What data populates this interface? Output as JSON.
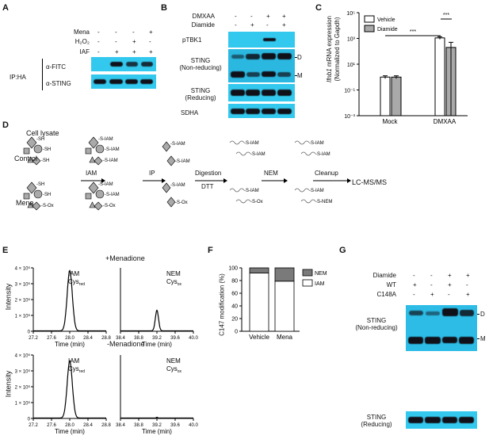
{
  "panels": {
    "A": {
      "label": "A",
      "rows": [
        {
          "label": "Mena",
          "signs": [
            "-",
            "-",
            "-",
            "+"
          ]
        },
        {
          "label": "H₂O₂",
          "signs": [
            "-",
            "-",
            "+",
            "-"
          ]
        },
        {
          "label": "IAF",
          "signs": [
            "-",
            "+",
            "+",
            "+"
          ]
        }
      ],
      "ip_label": "IP:HA",
      "blots": [
        "α-FITC",
        "α-STING"
      ]
    },
    "B": {
      "label": "B",
      "rows": [
        {
          "label": "DMXAA",
          "signs": [
            "-",
            "-",
            "+",
            "+"
          ]
        },
        {
          "label": "Diamide",
          "signs": [
            "-",
            "+",
            "-",
            "+"
          ]
        }
      ],
      "blots": [
        "pTBK1",
        "STING\n(Non-reducing)",
        "STING\n(Reducing)",
        "SDHA"
      ],
      "markers": [
        "D",
        "M"
      ]
    },
    "C": {
      "label": "C",
      "ylabel_gene": "Ifnb1",
      "ylabel_rest": " mRNA expression",
      "ylabel_line2": "(Normalized to Gapdh)",
      "yticks": [
        "10⁵",
        "10³",
        "10¹",
        "10⁻¹",
        "10⁻³"
      ],
      "significance": [
        "***",
        "***"
      ]
    },
    "D": {
      "label": "D",
      "cell_lysate": "Cell lysate",
      "control": "Control",
      "mena": "Mena",
      "steps": [
        "IAM",
        "IP",
        "Digestion",
        "DTT",
        "NEM",
        "Cleanup",
        "LC-MS/MS"
      ],
      "tags": {
        "sh": "SH",
        "siam": "S-IAM",
        "sox": "S-Ox",
        "snem": "S-NEM"
      }
    },
    "E": {
      "label": "E",
      "top_title": "+Menadione",
      "bottom_title": "-Menadione",
      "ylabel": "Intensity",
      "xlabel": "Time (min)",
      "yticks": [
        "4 × 10⁶",
        "3 × 10⁶",
        "2 × 10⁶",
        "1 × 10⁶",
        "0"
      ],
      "iam_label": "IAM",
      "cys_red": "Cys",
      "red_sub": "red",
      "nem_label": "NEM",
      "cys_ox": "Cys",
      "ox_sub": "ox",
      "xticks_iam": [
        "27.2",
        "27.6",
        "28.0",
        "28.4",
        "28.8"
      ],
      "xticks_nem": [
        "38.4",
        "38.8",
        "39.2",
        "39.6",
        "40.0"
      ]
    },
    "F": {
      "label": "F",
      "ylabel": "C147 modification (%)",
      "yticks": [
        "100",
        "80",
        "60",
        "40",
        "20",
        "0"
      ],
      "legend": [
        "NEM",
        "IAM"
      ]
    },
    "G": {
      "label": "G",
      "rows": [
        {
          "label": "Diamide",
          "signs": [
            "-",
            "-",
            "+",
            "+"
          ]
        },
        {
          "label": "WT",
          "signs": [
            "+",
            "-",
            "+",
            "-"
          ]
        },
        {
          "label": "C148A",
          "signs": [
            "-",
            "+",
            "-",
            "+"
          ]
        }
      ],
      "blots": [
        "STING\n(Non-reducing)",
        "STING\n(Reducing)"
      ],
      "markers": [
        "D",
        "M"
      ]
    }
  },
  "chart_data": [
    {
      "type": "bar",
      "panel": "C",
      "categories": [
        "Mock",
        "DMXAA"
      ],
      "series": [
        {
          "name": "Vehicle",
          "values": [
            1,
            1100
          ],
          "error": [
            0.25,
            250
          ]
        },
        {
          "name": "Diamide",
          "values": [
            1,
            200
          ],
          "error": [
            0.25,
            300
          ]
        }
      ],
      "ylabel": "Ifnb1 mRNA expression (Normalized to Gapdh)",
      "yscale": "log",
      "ylim": [
        0.001,
        100000
      ],
      "legend": "top-left",
      "colors": {
        "Vehicle": "#ffffff",
        "Diamide": "#a9a9a9"
      }
    },
    {
      "type": "line",
      "panel": "E-top-IAM",
      "x_range": [
        27.2,
        28.8
      ],
      "ylim": [
        0,
        4000000
      ],
      "peak": {
        "x": 28.0,
        "height": 3800000,
        "width": 0.08
      },
      "color": "#000000"
    },
    {
      "type": "line",
      "panel": "E-top-NEM",
      "x_range": [
        38.4,
        40.0
      ],
      "ylim": [
        0,
        4000000
      ],
      "peak": {
        "x": 39.2,
        "height": 1300000,
        "width": 0.05
      },
      "color": "#000000"
    },
    {
      "type": "line",
      "panel": "E-bottom-IAM",
      "x_range": [
        27.2,
        28.8
      ],
      "ylim": [
        0,
        4000000
      ],
      "peak": {
        "x": 28.0,
        "height": 3600000,
        "width": 0.08
      },
      "color": "#000000"
    },
    {
      "type": "line",
      "panel": "E-bottom-NEM",
      "x_range": [
        38.4,
        40.0
      ],
      "ylim": [
        0,
        4000000
      ],
      "peak": {
        "x": 39.2,
        "height": 50000,
        "width": 0.02
      },
      "color": "#000000"
    },
    {
      "type": "bar",
      "panel": "F",
      "stacked": true,
      "categories": [
        "Vehicle",
        "Mena"
      ],
      "series": [
        {
          "name": "IAM",
          "values": [
            92,
            79
          ]
        },
        {
          "name": "NEM",
          "values": [
            8,
            21
          ]
        }
      ],
      "xlabel": "",
      "ylabel": "C147 modification (%)",
      "ylim": [
        0,
        100
      ],
      "legend": "top-right",
      "colors": {
        "IAM": "#ffffff",
        "NEM": "#7a7a7a"
      }
    }
  ]
}
